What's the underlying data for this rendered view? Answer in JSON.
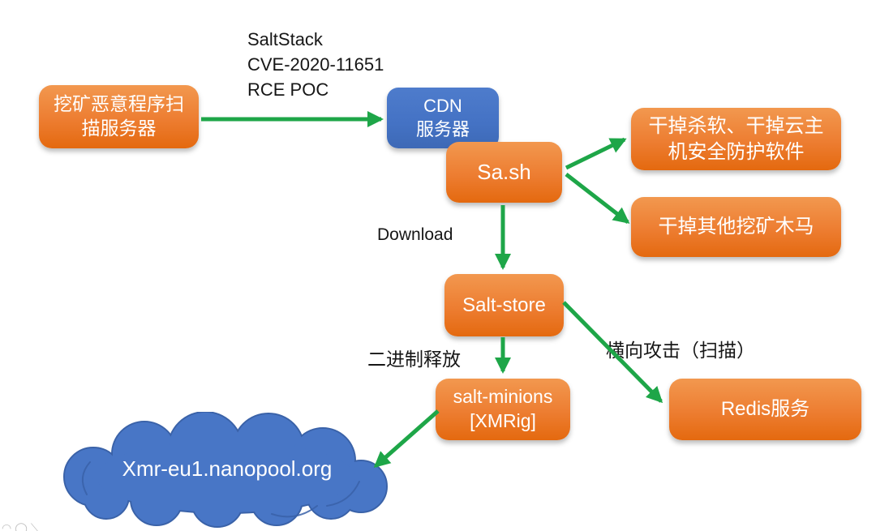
{
  "diagram": {
    "nodes": {
      "scanner": {
        "line1": "挖矿恶意程序扫",
        "line2": "描服务器"
      },
      "cdn": {
        "line1": "CDN",
        "line2": "服务器"
      },
      "sash": "Sa.sh",
      "kill_av": {
        "line1": "干掉杀软、干掉云主",
        "line2": "机安全防护软件"
      },
      "kill_miners": "干掉其他挖矿木马",
      "salt_store": "Salt-store",
      "salt_minions": {
        "line1": "salt-minions",
        "line2": "[XMRig]"
      },
      "redis": "Redis服务",
      "mining_pool": "Xmr-eu1.nanopool.org"
    },
    "annotations": {
      "exploit": {
        "line1": "SaltStack",
        "line2": "CVE-2020-11651",
        "line3": "RCE POC"
      },
      "download": "Download",
      "binary_release": "二进制释放",
      "lateral_attack": "横向攻击（扫描）"
    },
    "colors": {
      "node_orange": "#ED7D31",
      "node_orange_light": "#F2984F",
      "node_orange_dark": "#E4690F",
      "node_blue": "#4472C4",
      "cloud_blue": "#4876C6",
      "cloud_outline": "#3A62A8",
      "arrow_green": "#1EA648"
    }
  }
}
